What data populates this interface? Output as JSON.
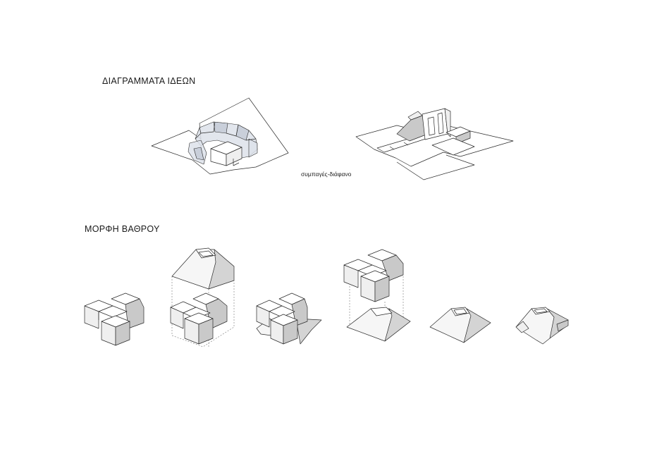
{
  "titles": {
    "ideas": "ΔΙΑΓΡΑΜΜΑΤΑ ΙΔΕΩΝ",
    "depth_form": "ΜΟΡΦΗ ΒΑΘΡΟΥ"
  },
  "caption": "συμπαγές-διάφανο",
  "colors": {
    "background": "#ffffff",
    "line": "#2b2b2b",
    "glass": "#dde2ea",
    "shade_light": "#efefef",
    "shade_dark": "#c9c9c9"
  },
  "diagrams": {
    "ideas": [
      "transparent-ring-massing",
      "solid-slab-massing"
    ],
    "depth_form_steps": [
      "cross-cubes",
      "cubes-with-pyramid-outline",
      "cubes-with-partial-pyramid",
      "exploded-cubes-over-pyramid",
      "pyramid",
      "carved-pyramid"
    ]
  }
}
